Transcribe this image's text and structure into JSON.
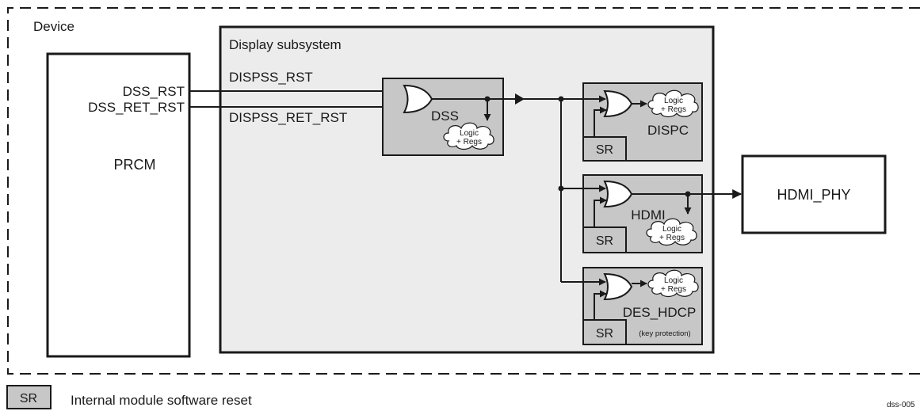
{
  "device": {
    "label": "Device"
  },
  "prcm": {
    "label": "PRCM",
    "ports": [
      "DSS_RST",
      "DSS_RET_RST"
    ]
  },
  "subsystem": {
    "label": "Display subsystem",
    "signals": [
      "DISPSS_RST",
      "DISPSS_RET_RST"
    ]
  },
  "modules": {
    "dss": {
      "label": "DSS"
    },
    "dispc": {
      "label": "DISPC"
    },
    "hdmi": {
      "label": "HDMI"
    },
    "des_hdcp": {
      "label": "DES_HDCP",
      "note": "(key protection)"
    }
  },
  "logic_cloud": {
    "line1": "Logic",
    "line2": "+ Regs"
  },
  "sr_label": "SR",
  "hdmi_phy": {
    "label": "HDMI_PHY"
  },
  "legend": {
    "symbol": "SR",
    "text": "Internal module software reset"
  },
  "figure_id": "dss-005",
  "colors": {
    "subsystem_fill": "#ececec",
    "module_fill": "#c7c7c7",
    "sr_fill": "#c7c7c7",
    "stroke": "#1a1a1a"
  }
}
